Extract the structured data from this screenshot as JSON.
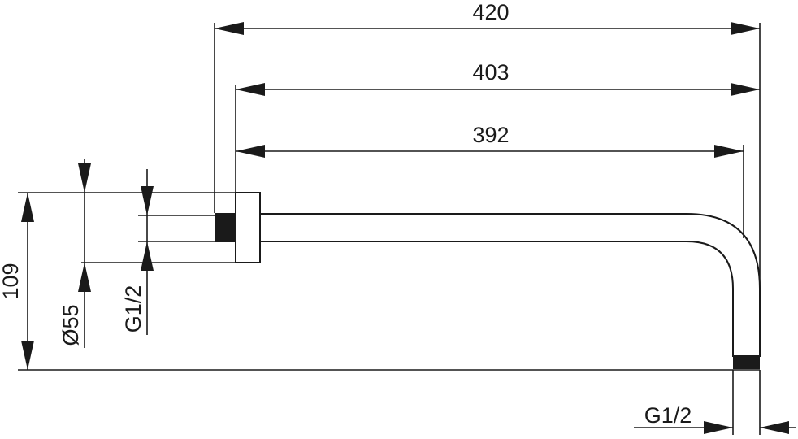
{
  "dimensions": {
    "overall_length": "420",
    "arm_length": "403",
    "inner_length": "392",
    "height": "109",
    "flange_diameter": "Ø55",
    "wall_thread": "G1/2",
    "outlet_thread": "G1/2"
  }
}
